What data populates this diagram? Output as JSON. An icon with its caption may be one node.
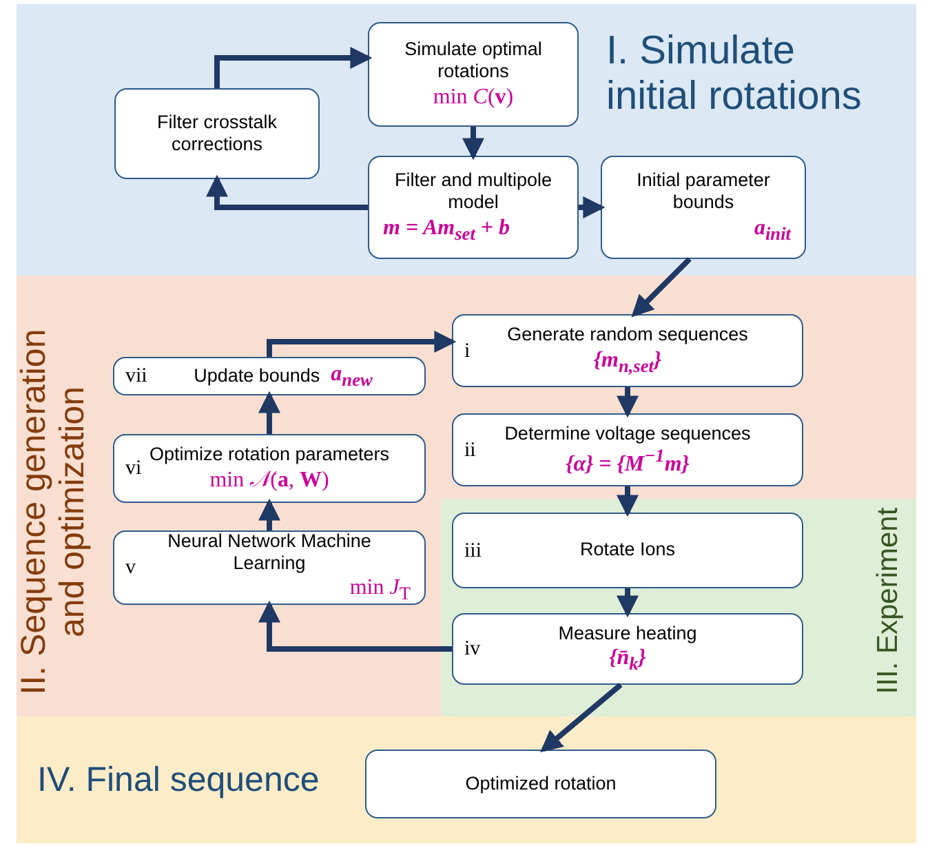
{
  "diagram": {
    "nodes": [
      {
        "text": [
          "I. Simulate initial rotations"
        ]
      },
      {
        "text": [
          "Simulate optimal rotations",
          "min *C*(**v**)"
        ],
        "in": 0
      },
      {
        "text": [
          "Filter crosstalk corrections"
        ],
        "in": 0
      },
      {
        "text": [
          "Filter and multipole model",
          "m = Am$_{set}$ + b"
        ],
        "in": 0
      },
      {
        "text": [
          "Initial parameter bounds",
          "a$_{init}$"
        ],
        "in": 0
      },
      {
        "text": [
          "II. Sequence generation and optimization"
        ]
      },
      {
        "text": [
          "i",
          "Generate random sequences",
          "{m$_{n,set}$}"
        ],
        "in": 5
      },
      {
        "text": [
          "ii",
          "Determine voltage sequences",
          "{α} = {M$^{−1}$m}"
        ],
        "in": 5
      },
      {
        "text": [
          "vii",
          "Update bounds",
          "a$_{new}$"
        ],
        "in": 5
      },
      {
        "text": [
          "vi",
          "Optimize rotation parameters",
          "min *𝒩*(**a**, **W**)"
        ],
        "in": 5
      },
      {
        "text": [
          "v",
          "Neural Network Machine Learning",
          "min *J*$_{T}$"
        ],
        "in": 5
      },
      {
        "text": [
          "III. Experiment"
        ],
        "in": 5
      },
      {
        "text": [
          "iii",
          "Rotate Ions"
        ],
        "in": 11
      },
      {
        "text": [
          "iv",
          "Measure heating",
          "{n̄$_{k}$}"
        ],
        "in": 11
      },
      {
        "text": [
          "IV. Final sequence"
        ]
      },
      {
        "text": [
          "Optimized rotation"
        ],
        "in": 14
      }
    ],
    "edges": [
      {
        "from": 2,
        "to": 1,
        "arrow": "to"
      },
      {
        "from": 1,
        "to": 3,
        "arrow": "to"
      },
      {
        "from": 3,
        "to": 2,
        "arrow": "to"
      },
      {
        "from": 3,
        "to": 4,
        "arrow": "to"
      },
      {
        "from": 4,
        "to": 6,
        "arrow": "to"
      },
      {
        "from": 8,
        "to": 6,
        "arrow": "to"
      },
      {
        "from": 9,
        "to": 8,
        "arrow": "to"
      },
      {
        "from": 10,
        "to": 9,
        "arrow": "to"
      },
      {
        "from": 13,
        "to": 10,
        "arrow": "to"
      },
      {
        "from": 6,
        "to": 7,
        "arrow": "to"
      },
      {
        "from": 7,
        "to": 12,
        "arrow": "to"
      },
      {
        "from": 12,
        "to": 13,
        "arrow": "to"
      },
      {
        "from": 13,
        "to": 15,
        "arrow": "to"
      }
    ]
  }
}
